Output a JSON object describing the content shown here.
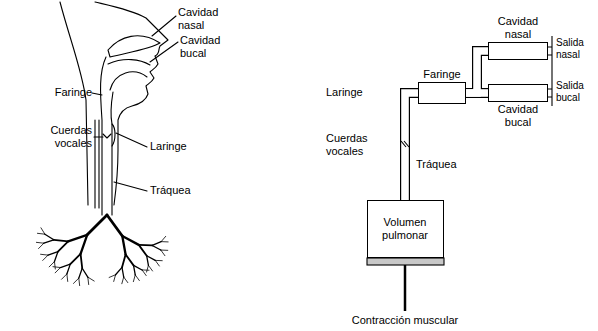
{
  "diagram": {
    "nodes": [
      {
        "text": [
          "Faringe"
        ]
      },
      {
        "text": [
          "Cavidad nasal"
        ]
      },
      {
        "text": [
          "Cavidad bucal"
        ]
      },
      {
        "text": [
          "Volumen pulmonar"
        ]
      }
    ],
    "edges": [
      {
        "from": 3,
        "to": 0,
        "arrow": "none"
      },
      {
        "from": 0,
        "to": 1,
        "arrow": "none"
      },
      {
        "from": 0,
        "to": 2,
        "arrow": "none"
      }
    ],
    "labels": [
      "Cavidad nasal",
      "Faringe",
      "Cavidad bucal",
      "Cuerdas vocales",
      "Laringe",
      "Tráquea",
      "Laringe",
      "Cuerdas vocales",
      "Tráquea",
      "Salida nasal",
      "Salida bucal",
      "Contracción muscular"
    ]
  }
}
